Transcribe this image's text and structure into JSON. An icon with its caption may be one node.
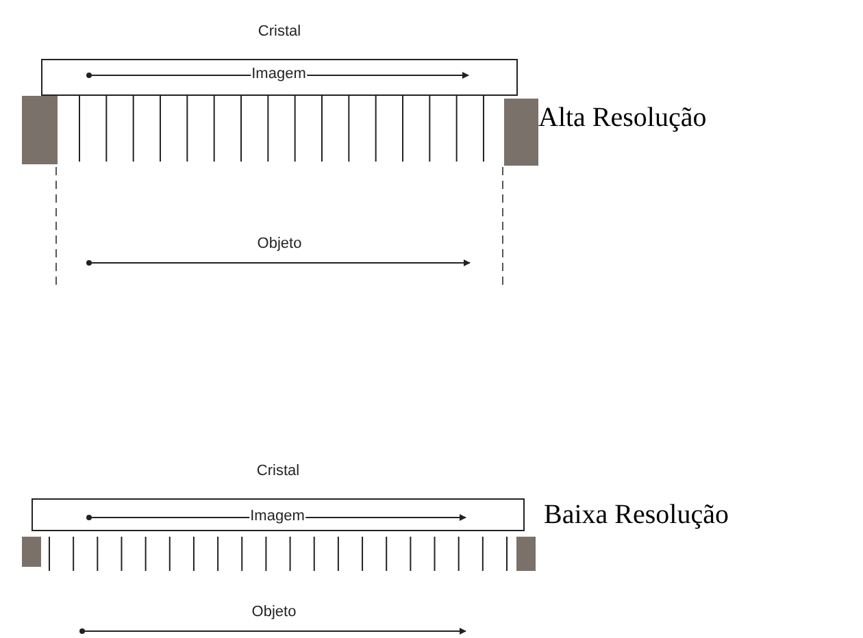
{
  "diagram": {
    "nodes": [
      {
        "text": [
          "Cristal"
        ]
      },
      {
        "text": [
          "Cristal"
        ]
      }
    ],
    "labels": [
      "Imagem",
      "Alta Resolução",
      "Objeto",
      "Imagem",
      "Baixa Resolução",
      "Objeto"
    ]
  }
}
